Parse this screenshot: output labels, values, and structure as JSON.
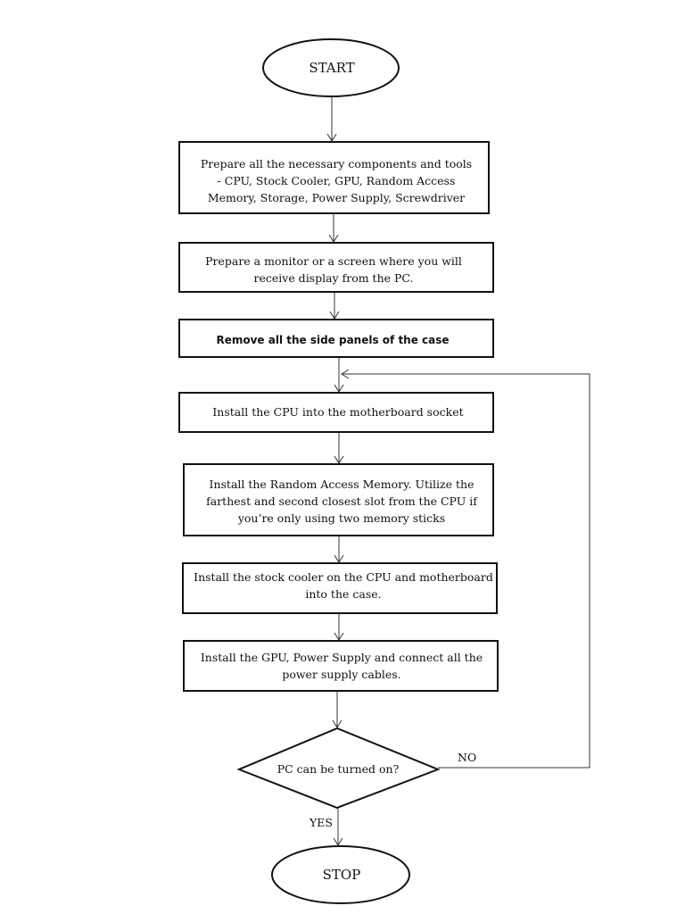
{
  "start": {
    "label": "START"
  },
  "steps": [
    {
      "lines": [
        "Prepare all the necessary components and tools",
        "- CPU, Stock Cooler, GPU, Random Access",
        "Memory, Storage, Power Supply, Screwdriver"
      ]
    },
    {
      "lines": [
        "Prepare a monitor or a screen where you will",
        "receive display from the PC."
      ]
    },
    {
      "lines": [
        "Remove all the side panels of the case"
      ]
    },
    {
      "lines": [
        "Install the CPU into the motherboard socket"
      ]
    },
    {
      "lines": [
        "Install the Random Access Memory. Utilize the",
        "farthest and second closest slot from the CPU if",
        "you’re only using two memory sticks"
      ]
    },
    {
      "lines": [
        "Install the stock cooler on the CPU and motherboard",
        "into the case."
      ]
    },
    {
      "lines": [
        "Install the GPU, Power Supply and connect all the",
        "power supply cables."
      ]
    }
  ],
  "decision": {
    "label": "PC can be turned on?",
    "yes_label": "YES",
    "no_label": "NO"
  },
  "stop": {
    "label": "STOP"
  }
}
